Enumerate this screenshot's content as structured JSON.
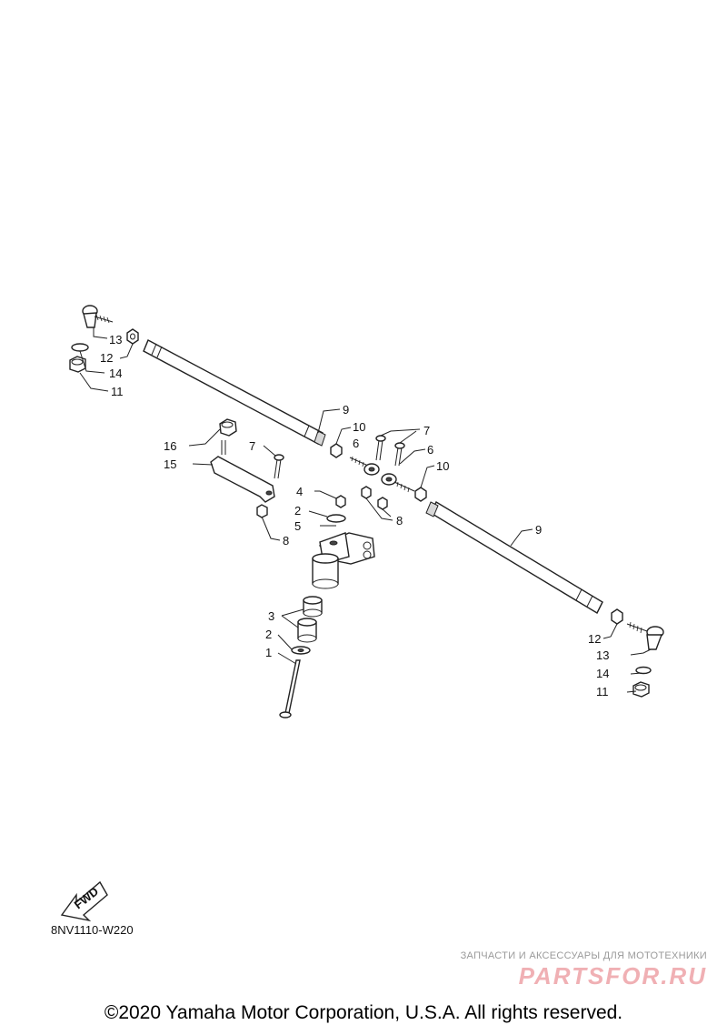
{
  "diagram_code": "8NV1110-W220",
  "fwd_label": "FWD",
  "watermark": {
    "tagline": "ЗАПЧАСТИ И АКСЕССУАРЫ ДЛЯ МОТОТЕХНИКИ",
    "logo_text": "PARTSFOR.RU"
  },
  "copyright": "©2020 Yamaha Motor Corporation, U.S.A. All rights reserved.",
  "callouts": {
    "c13a": "13",
    "c12a": "12",
    "c14a": "14",
    "c11a": "11",
    "c9a": "9",
    "c10a": "10",
    "c6a": "6",
    "c7a": "7",
    "c6b": "6",
    "c10b": "10",
    "c8a": "8",
    "c16": "16",
    "c15": "15",
    "c7b": "7",
    "c8b": "8",
    "c4": "4",
    "c2a": "2",
    "c5": "5",
    "c9b": "9",
    "c3": "3",
    "c2b": "2",
    "c1": "1",
    "c12b": "12",
    "c13b": "13",
    "c14b": "14",
    "c11b": "11"
  }
}
